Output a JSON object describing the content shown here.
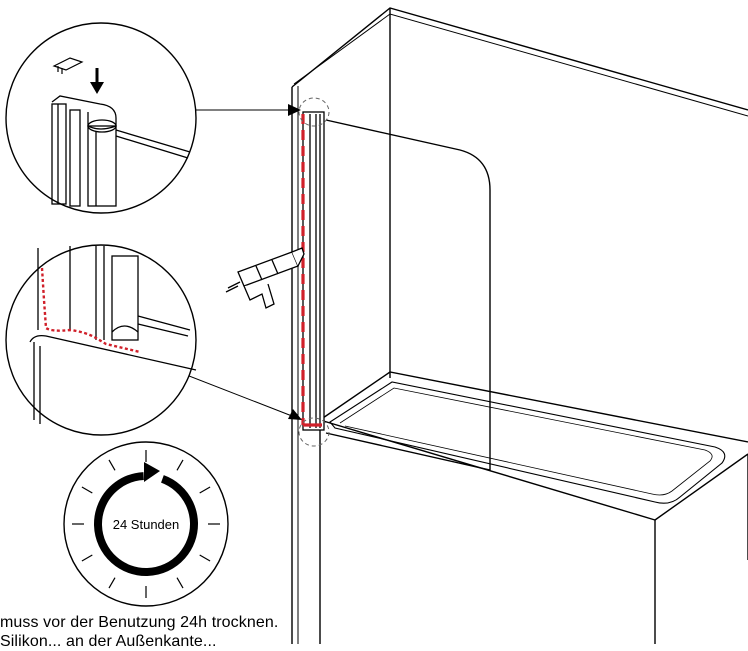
{
  "clock": {
    "label": "24 Stunden"
  },
  "caption": {
    "line1": "muss vor der Benutzung 24h trocknen.",
    "line2": "Silikon... an der Außenkante..."
  },
  "colors": {
    "line": "#000000",
    "silicone": "#d0202a",
    "background": "#ffffff"
  },
  "icons": [
    "wall-bracket-cap",
    "down-arrow-icon",
    "silicone-gun-icon",
    "clockwise-arrow-icon"
  ]
}
